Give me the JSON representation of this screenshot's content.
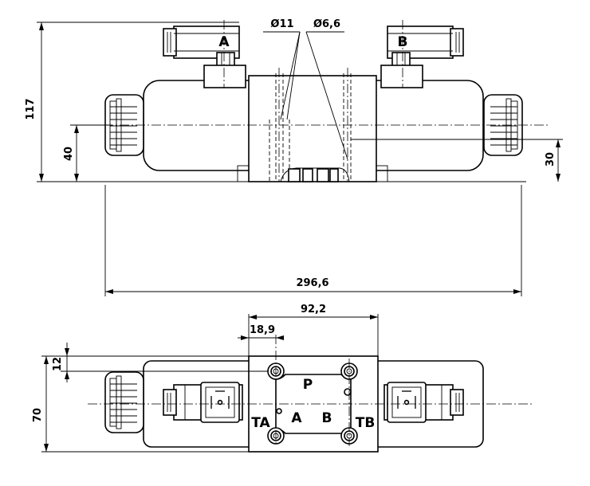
{
  "dimensions": {
    "overall_height": "117",
    "height_center": "40",
    "height_right": "30",
    "overall_length": "296,6",
    "body_width": "92,2",
    "port_offset": "18,9",
    "top_offset": "12",
    "depth": "70",
    "bore_large": "Ø11",
    "bore_small": "Ø6,6"
  },
  "labels": {
    "solenoid_a": "A",
    "solenoid_b": "B",
    "port_p": "P",
    "port_a": "A",
    "port_b": "B",
    "port_ta": "TA",
    "port_tb": "TB"
  }
}
